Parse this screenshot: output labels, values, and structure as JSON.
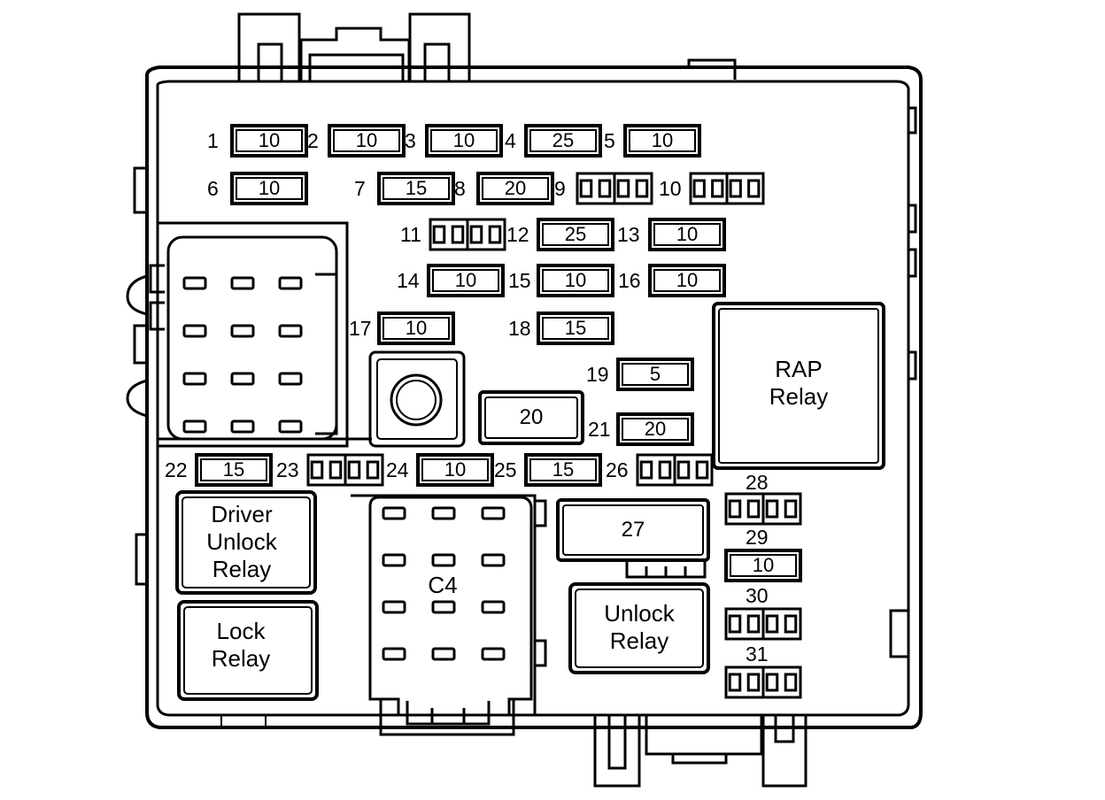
{
  "fuses": [
    {
      "num": "1",
      "rating": "10"
    },
    {
      "num": "2",
      "rating": "10"
    },
    {
      "num": "3",
      "rating": "10"
    },
    {
      "num": "4",
      "rating": "25"
    },
    {
      "num": "5",
      "rating": "10"
    },
    {
      "num": "6",
      "rating": "10"
    },
    {
      "num": "7",
      "rating": "15"
    },
    {
      "num": "8",
      "rating": "20"
    },
    {
      "num": "9",
      "rating": ""
    },
    {
      "num": "10",
      "rating": ""
    },
    {
      "num": "11",
      "rating": ""
    },
    {
      "num": "12",
      "rating": "25"
    },
    {
      "num": "13",
      "rating": "10"
    },
    {
      "num": "14",
      "rating": "10"
    },
    {
      "num": "15",
      "rating": "10"
    },
    {
      "num": "16",
      "rating": "10"
    },
    {
      "num": "17",
      "rating": "10"
    },
    {
      "num": "18",
      "rating": "15"
    },
    {
      "num": "19",
      "rating": "5"
    },
    {
      "num": "21",
      "rating": "20"
    },
    {
      "num": "22",
      "rating": "15"
    },
    {
      "num": "23",
      "rating": ""
    },
    {
      "num": "24",
      "rating": "10"
    },
    {
      "num": "25",
      "rating": "15"
    },
    {
      "num": "26",
      "rating": ""
    },
    {
      "num": "28",
      "rating": ""
    },
    {
      "num": "29",
      "rating": "10"
    },
    {
      "num": "30",
      "rating": ""
    },
    {
      "num": "31",
      "rating": ""
    }
  ],
  "unnumbered": {
    "fuse_20": "20",
    "fuse_27": "27"
  },
  "relays": {
    "rap": [
      "RAP",
      "Relay"
    ],
    "driver_unlock": [
      "Driver",
      "Unlock",
      "Relay"
    ],
    "lock": [
      "Lock",
      "Relay"
    ],
    "unlock": [
      "Unlock",
      "Relay"
    ]
  },
  "connector": {
    "label": "C4"
  }
}
